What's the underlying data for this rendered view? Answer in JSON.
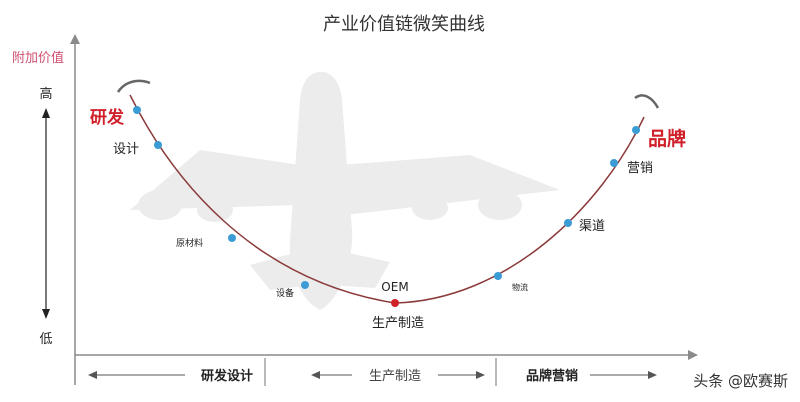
{
  "title": "产业价值链微笑曲线",
  "y_axis": {
    "label": "附加价值",
    "high": "高",
    "low": "低"
  },
  "nodes": {
    "rd": "研发",
    "design": "设计",
    "materials": "原材料",
    "equipment": "设备",
    "oem": "OEM",
    "production": "生产制造",
    "logistics": "物流",
    "channel": "渠道",
    "marketing": "营销",
    "brand": "品牌"
  },
  "segments": {
    "left": "研发设计",
    "middle": "生产制造",
    "right": "品牌营销"
  },
  "watermark": "头条 @欧赛斯",
  "colors": {
    "curve": "#8b3a3a",
    "point": "#3a9bd5",
    "oem_point": "#d0202a",
    "highlight_text": "#d0202a",
    "axis_label": "#d05070",
    "axis": "#8a8a8a"
  },
  "background_icon": "airplane-silhouette"
}
